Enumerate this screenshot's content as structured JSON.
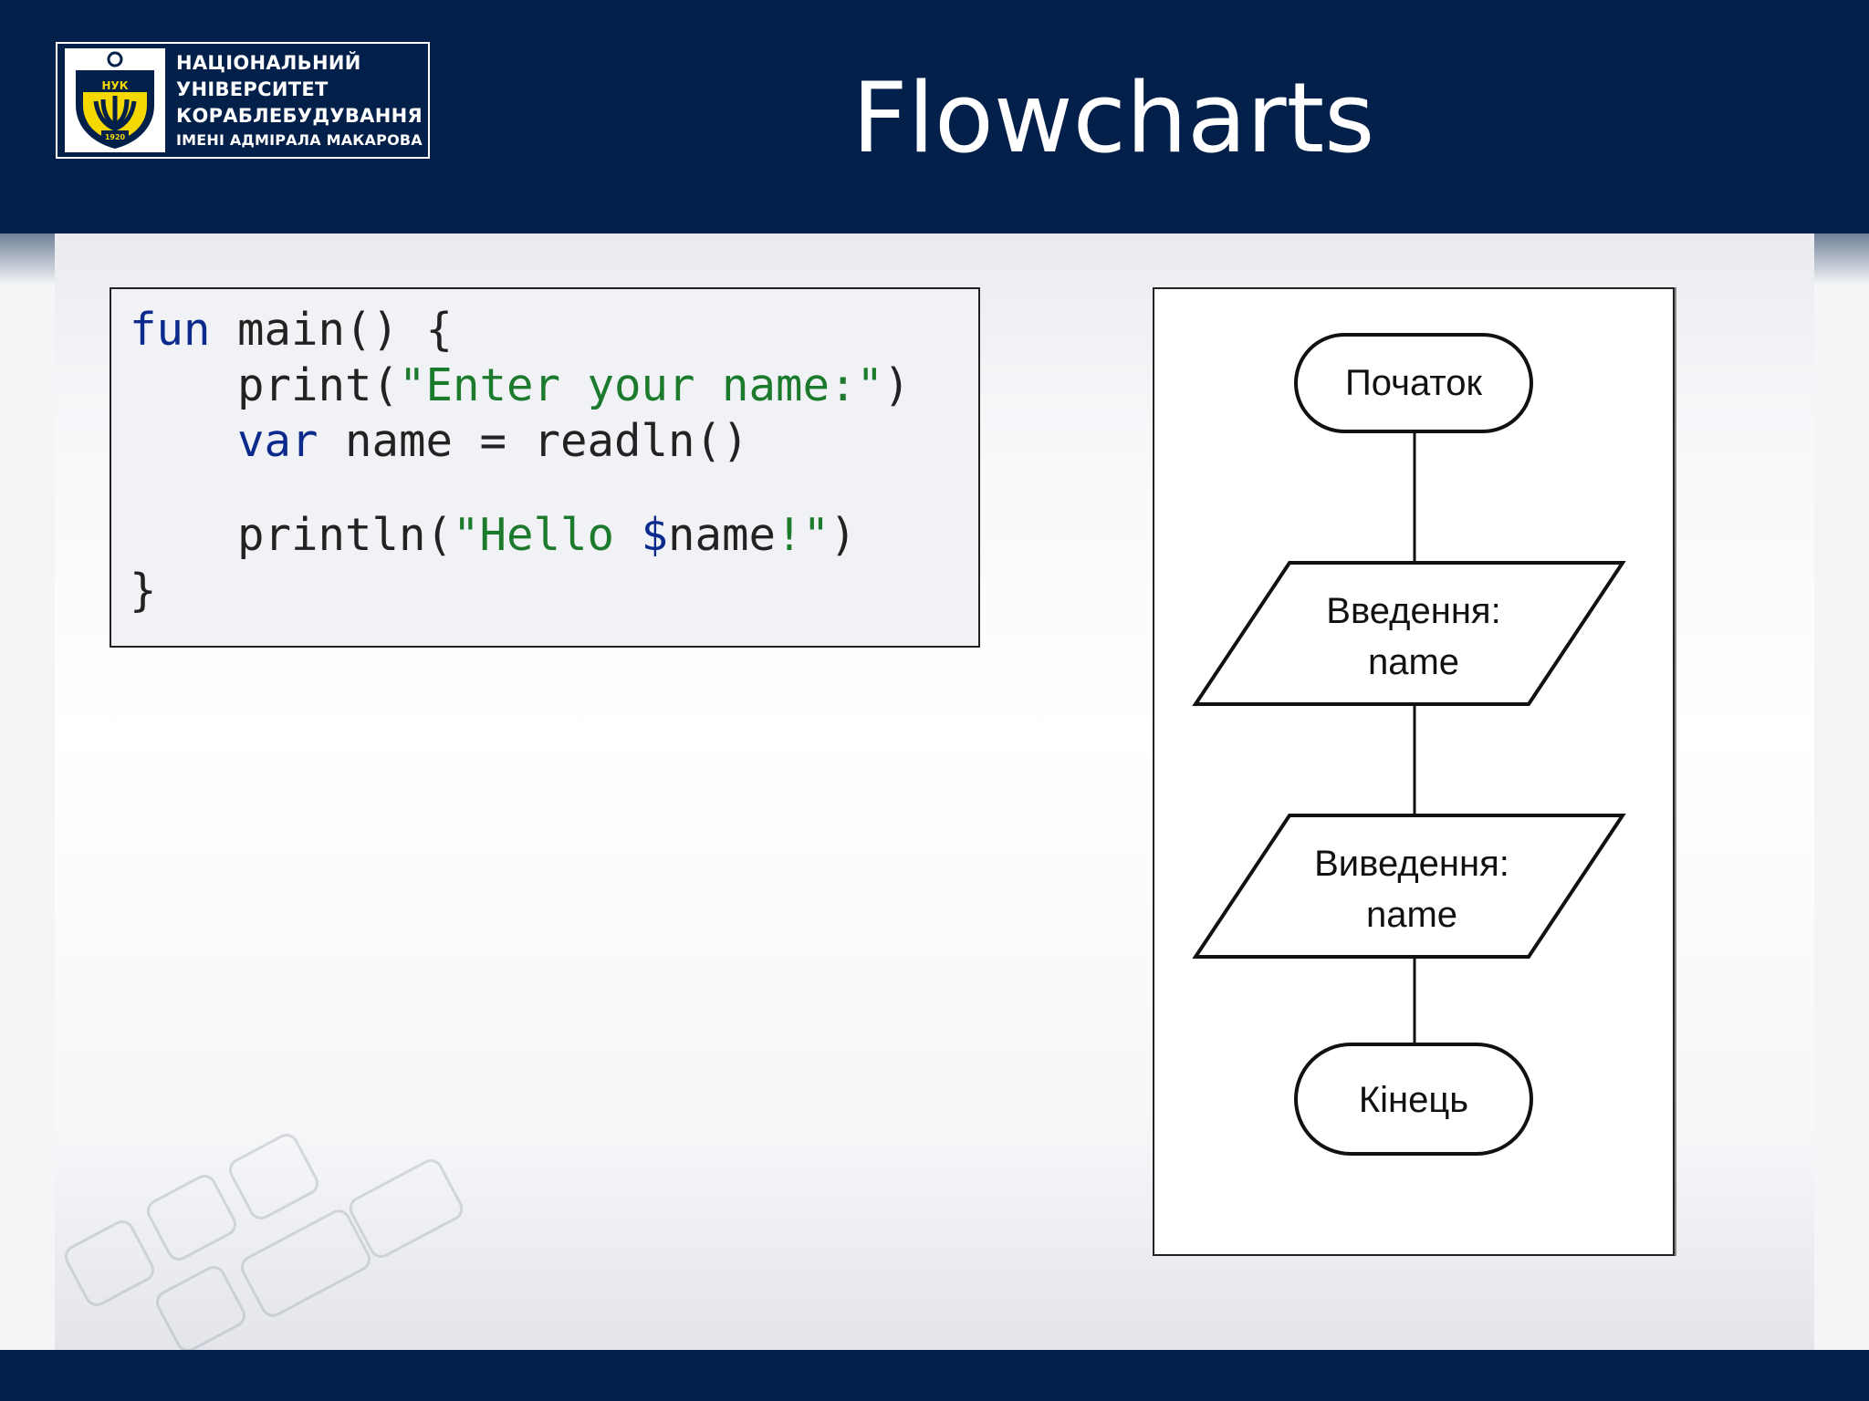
{
  "logo": {
    "lines": [
      "НАЦІОНАЛЬНИЙ",
      "УНІВЕРСИТЕТ",
      "КОРАБЛЕБУДУВАННЯ",
      "ІМЕНІ АДМІРАЛА МАКАРОВА"
    ],
    "crest_abbr": "НУК",
    "crest_year": "1920"
  },
  "title": "Flowcharts",
  "code": {
    "lines": [
      [
        {
          "t": "fun",
          "k": "kw"
        },
        {
          "t": " main() {",
          "k": "plain"
        }
      ],
      [
        {
          "t": "    print(",
          "k": "plain"
        },
        {
          "t": "\"Enter your name:\"",
          "k": "str"
        },
        {
          "t": ")",
          "k": "plain"
        }
      ],
      [
        {
          "t": "    ",
          "k": "plain"
        },
        {
          "t": "var",
          "k": "kw"
        },
        {
          "t": " name = readln()",
          "k": "plain"
        }
      ],
      [],
      [
        {
          "t": "    println(",
          "k": "plain"
        },
        {
          "t": "\"Hello ",
          "k": "str"
        },
        {
          "t": "$",
          "k": "kw"
        },
        {
          "t": "name",
          "k": "plain"
        },
        {
          "t": "!\"",
          "k": "str"
        },
        {
          "t": ")",
          "k": "plain"
        }
      ],
      [
        {
          "t": "}",
          "k": "plain"
        }
      ]
    ]
  },
  "flowchart": {
    "start": "Початок",
    "input_label": "Введення:",
    "input_var": "name",
    "output_label": "Виведення:",
    "output_var": "name",
    "end": "Кінець"
  },
  "colors": {
    "navy": "#03204a",
    "code_keyword": "#0b2a8c",
    "code_string": "#1b7a2c",
    "crest_yellow": "#f4d800"
  }
}
